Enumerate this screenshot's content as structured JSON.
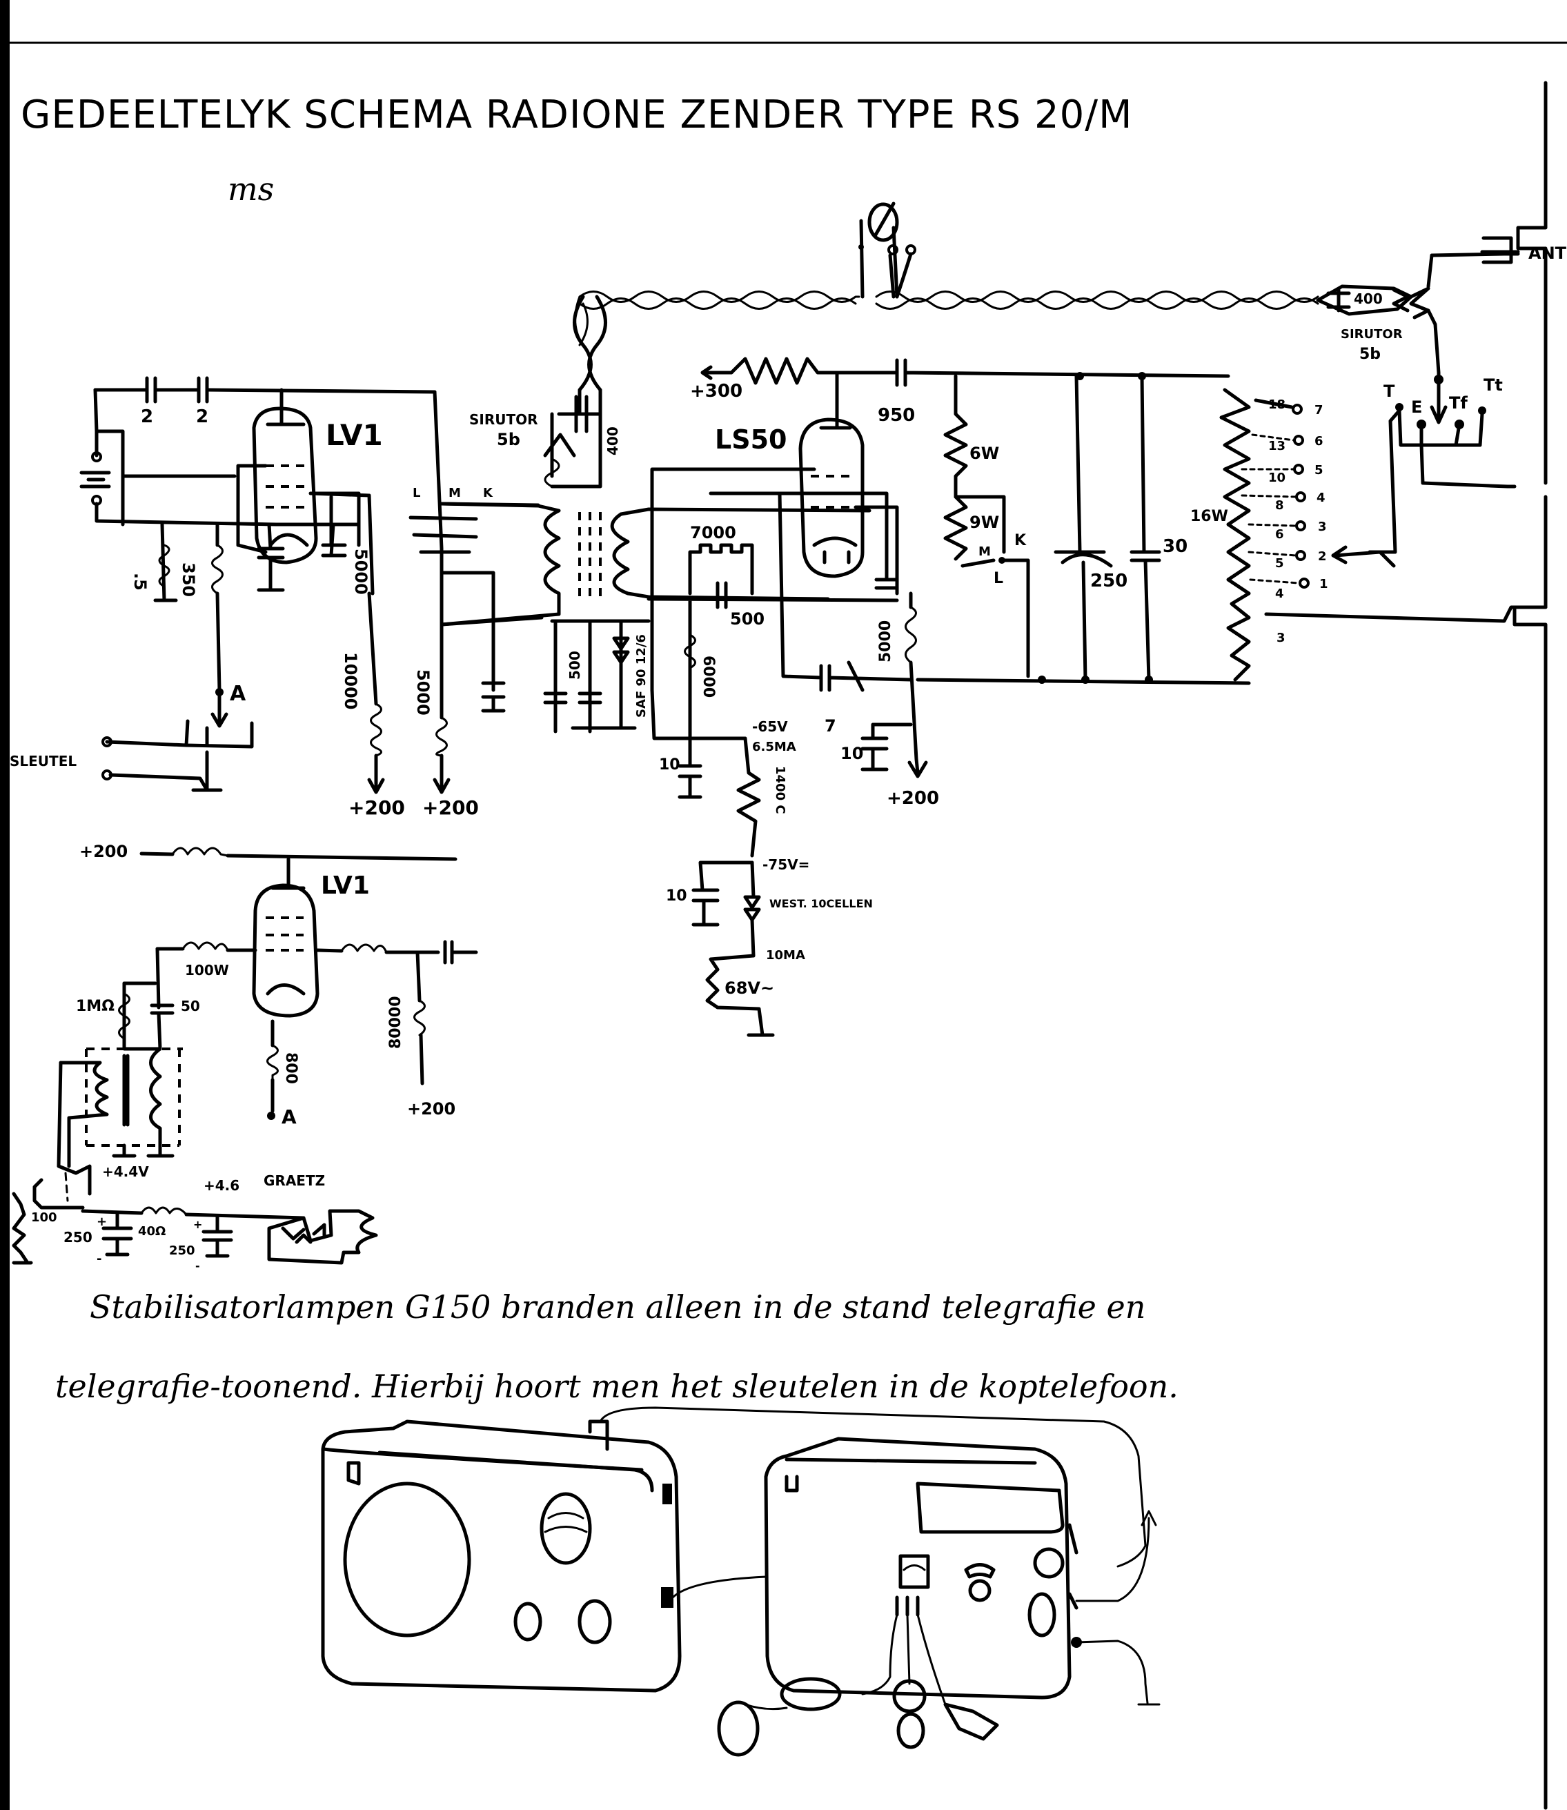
{
  "document": {
    "title": "GEDEELTELYK SCHEMA RADIONE ZENDER TYPE RS 20/M",
    "scribble": "ms"
  },
  "oscillator": {
    "tube": "LV1",
    "caps": [
      "2",
      "2"
    ],
    "c_plate": "5000",
    "r_grid": ".5",
    "r_cathode": "350",
    "r_anode": "10000",
    "r_screen": "5000",
    "supply_a": "+200",
    "supply_b": "+200",
    "node_a": "A",
    "key_label": "SLEUTEL"
  },
  "siruter_left": {
    "name": "SIRUTOR",
    "type": "5b",
    "cap": "400"
  },
  "switch_labels": {
    "l": "L",
    "m": "M",
    "k": "K"
  },
  "amplifier": {
    "tube": "LS50",
    "r_plate": "+300",
    "c_coupling": "950",
    "r_6w": "6W",
    "r_9w": "9W",
    "sw_k": "K",
    "sw_m": "M",
    "sw_l": "L",
    "r_grid_sw": "7000",
    "c_grid": "500",
    "r_6000": "6000",
    "c_500": "500",
    "diode": "SAF 90 12/6",
    "r_screen": "5000",
    "c_neut": "7",
    "c_10a": "10",
    "c_10b": "10",
    "supply": "+200",
    "bias1": "-65V",
    "bias1_i": "6.5MA",
    "r_1400": "1400 C",
    "bias2": "-75V=",
    "c_10c": "10",
    "rectifier": "WEST. 10CELLEN",
    "rect_i": "10MA",
    "ac": "68V~"
  },
  "tank": {
    "c_var": "250",
    "c_fixed": "30",
    "coil": "16W",
    "taps": [
      "18",
      "13",
      "10",
      "8",
      "6",
      "5",
      "4",
      "3"
    ],
    "positions": [
      "7",
      "6",
      "5",
      "4",
      "3",
      "2",
      "1"
    ]
  },
  "antenna": {
    "label": "ANT",
    "siruter": "SIRUTOR",
    "siruter_type": "5b",
    "cap": "400",
    "terms": [
      "T",
      "E",
      "Tf",
      "Tt"
    ]
  },
  "modulator": {
    "supply_top": "+200",
    "tube": "LV1",
    "r_grid": "100W",
    "r_leak": "1MΩ",
    "c_50": "50",
    "r_cathode": "800",
    "node_a": "A",
    "r_load": "80000",
    "supply": "+200"
  },
  "filament": {
    "r_100": "100",
    "v1": "+4.4V",
    "c1": "250",
    "r_40": "40Ω",
    "v2": "+4.6",
    "c2": "250",
    "bridge": "GRAETZ",
    "plus": "+",
    "minus": "-"
  },
  "note": {
    "line1": "Stabilisatorlampen G150 branden alleen in de stand telegrafie en",
    "line2": "telegrafie-toonend. Hierbij hoort men het sleutelen in de koptelefoon."
  }
}
